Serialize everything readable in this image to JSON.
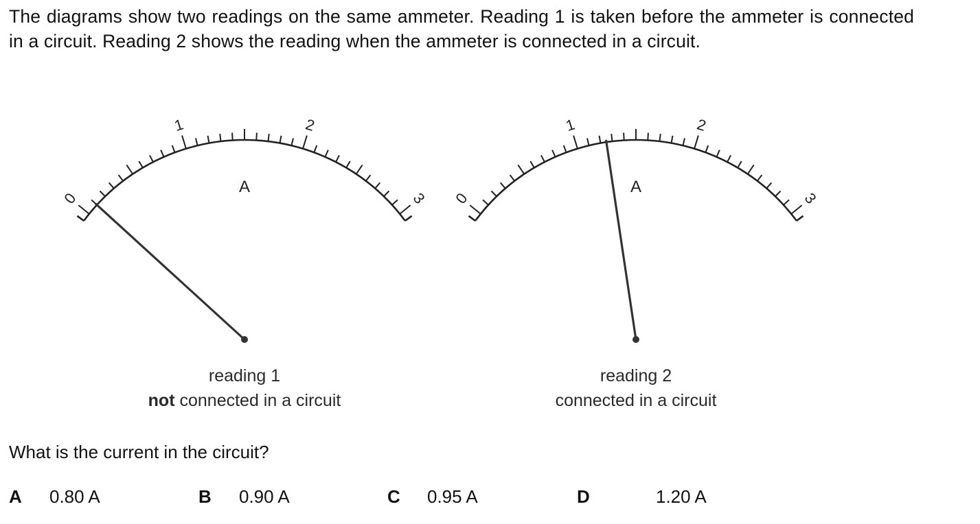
{
  "intro": "The diagrams show two readings on the same ammeter. Reading 1 is taken before the ammeter is connected in a circuit. Reading 2 shows the reading when the ammeter is connected in a circuit.",
  "meters": [
    {
      "scale_labels": [
        "0",
        "1",
        "2",
        "3"
      ],
      "unit": "A",
      "needle_value": 0.1,
      "caption_line1": "reading 1",
      "caption_bold": "not",
      "caption_rest": " connected in a circuit"
    },
    {
      "scale_labels": [
        "0",
        "1",
        "2",
        "3"
      ],
      "unit": "A",
      "needle_value": 1.25,
      "caption_line1": "reading 2",
      "caption_bold": "",
      "caption_rest": "connected in a circuit"
    }
  ],
  "question": "What is the current in the circuit?",
  "options": [
    {
      "letter": "A",
      "value": "0.80 A"
    },
    {
      "letter": "B",
      "value": "0.90 A"
    },
    {
      "letter": "C",
      "value": "0.95 A"
    },
    {
      "letter": "D",
      "value": "1.20 A"
    }
  ]
}
